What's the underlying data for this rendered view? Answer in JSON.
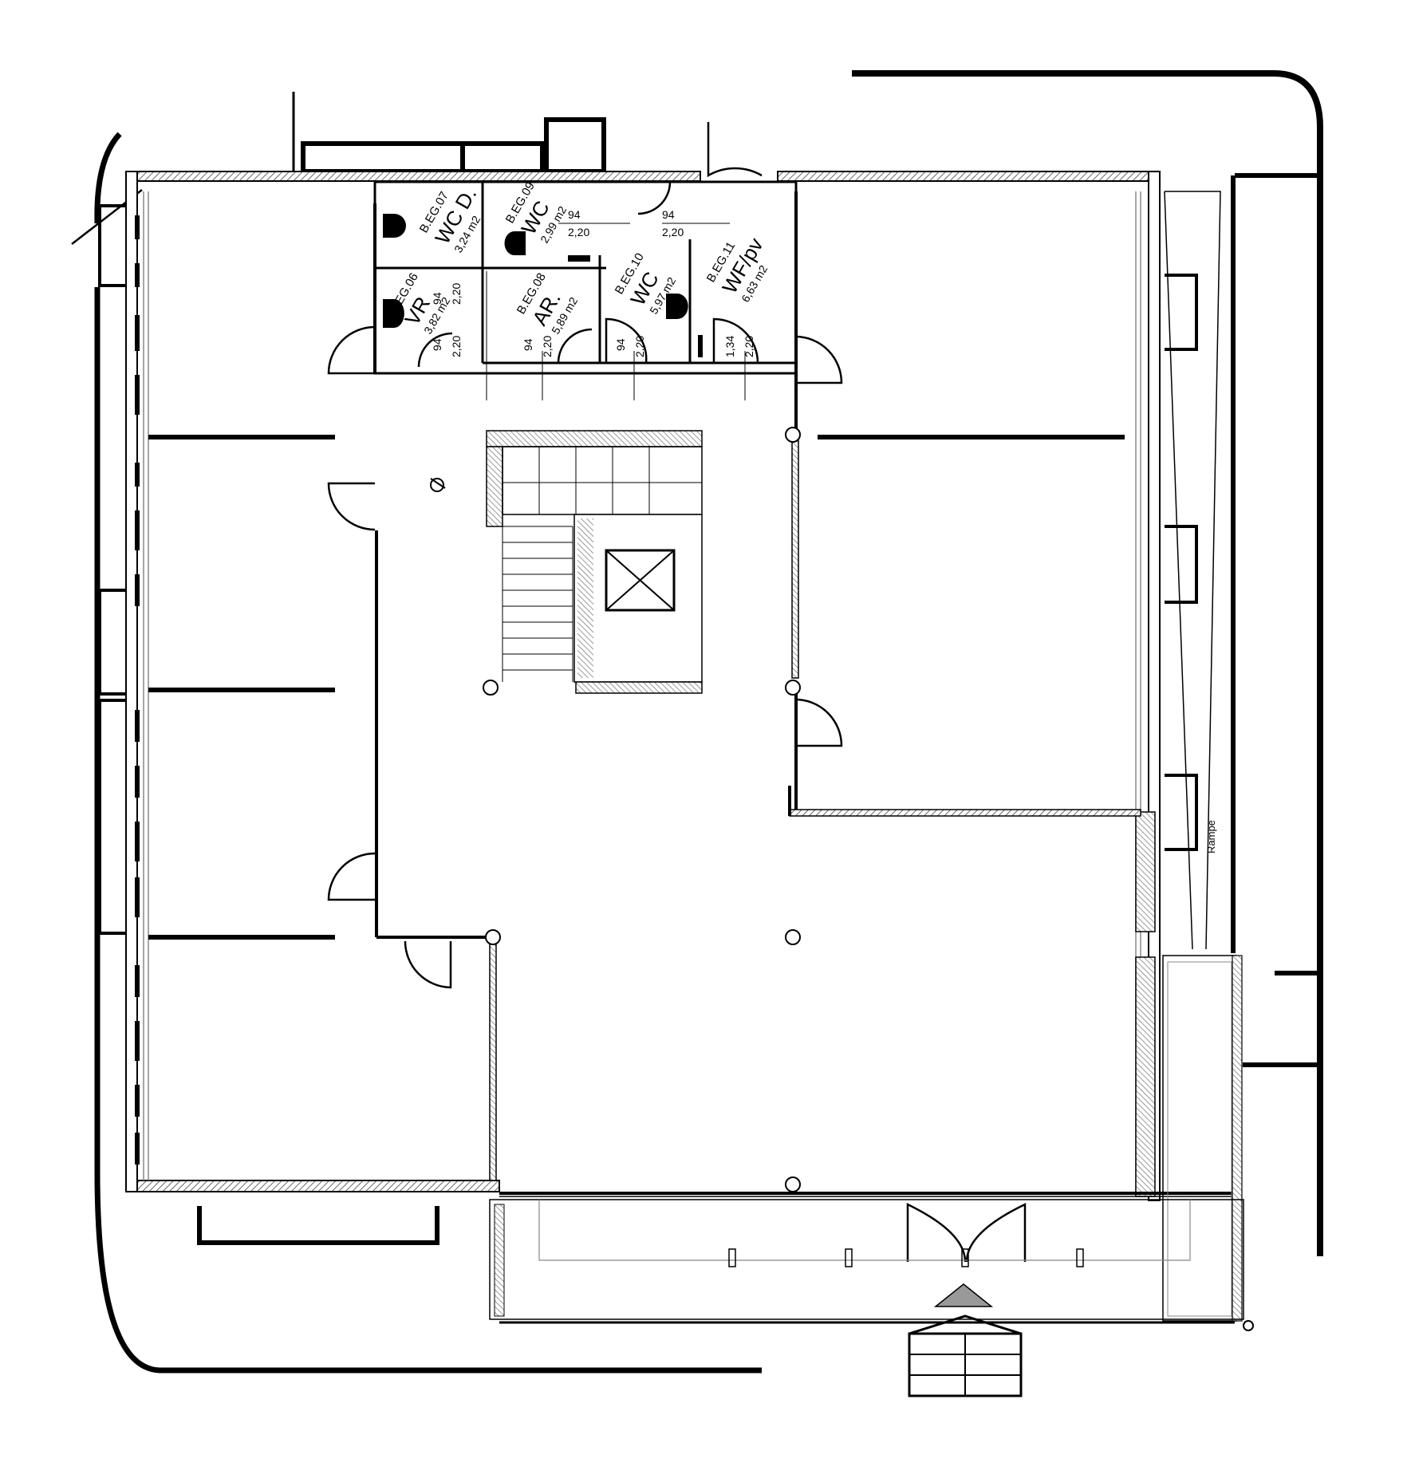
{
  "plan": {
    "rooms": [
      {
        "id": "B.EG.07",
        "name": "WC D.",
        "area": "3,24 m2"
      },
      {
        "id": "B.EG.09",
        "name": "WC",
        "area": "2,99 m2"
      },
      {
        "id": "B.EG.06",
        "name": "VR",
        "area": "3,82 m2"
      },
      {
        "id": "B.EG.08",
        "name": "AR.",
        "area": "5,89 m2"
      },
      {
        "id": "B.EG.10",
        "name": "WC",
        "area": "5,97 m2"
      },
      {
        "id": "B.EG.11",
        "name": "WF/pv",
        "area": "6,63 m2"
      }
    ],
    "dimensions": {
      "width_94": "94",
      "width_134": "1,34",
      "height_220": "2,20"
    },
    "rampe_label": "Rampe"
  },
  "colors": {
    "line": "#000000",
    "hatch": "#777777",
    "thin": "#888888",
    "background": "#ffffff"
  }
}
